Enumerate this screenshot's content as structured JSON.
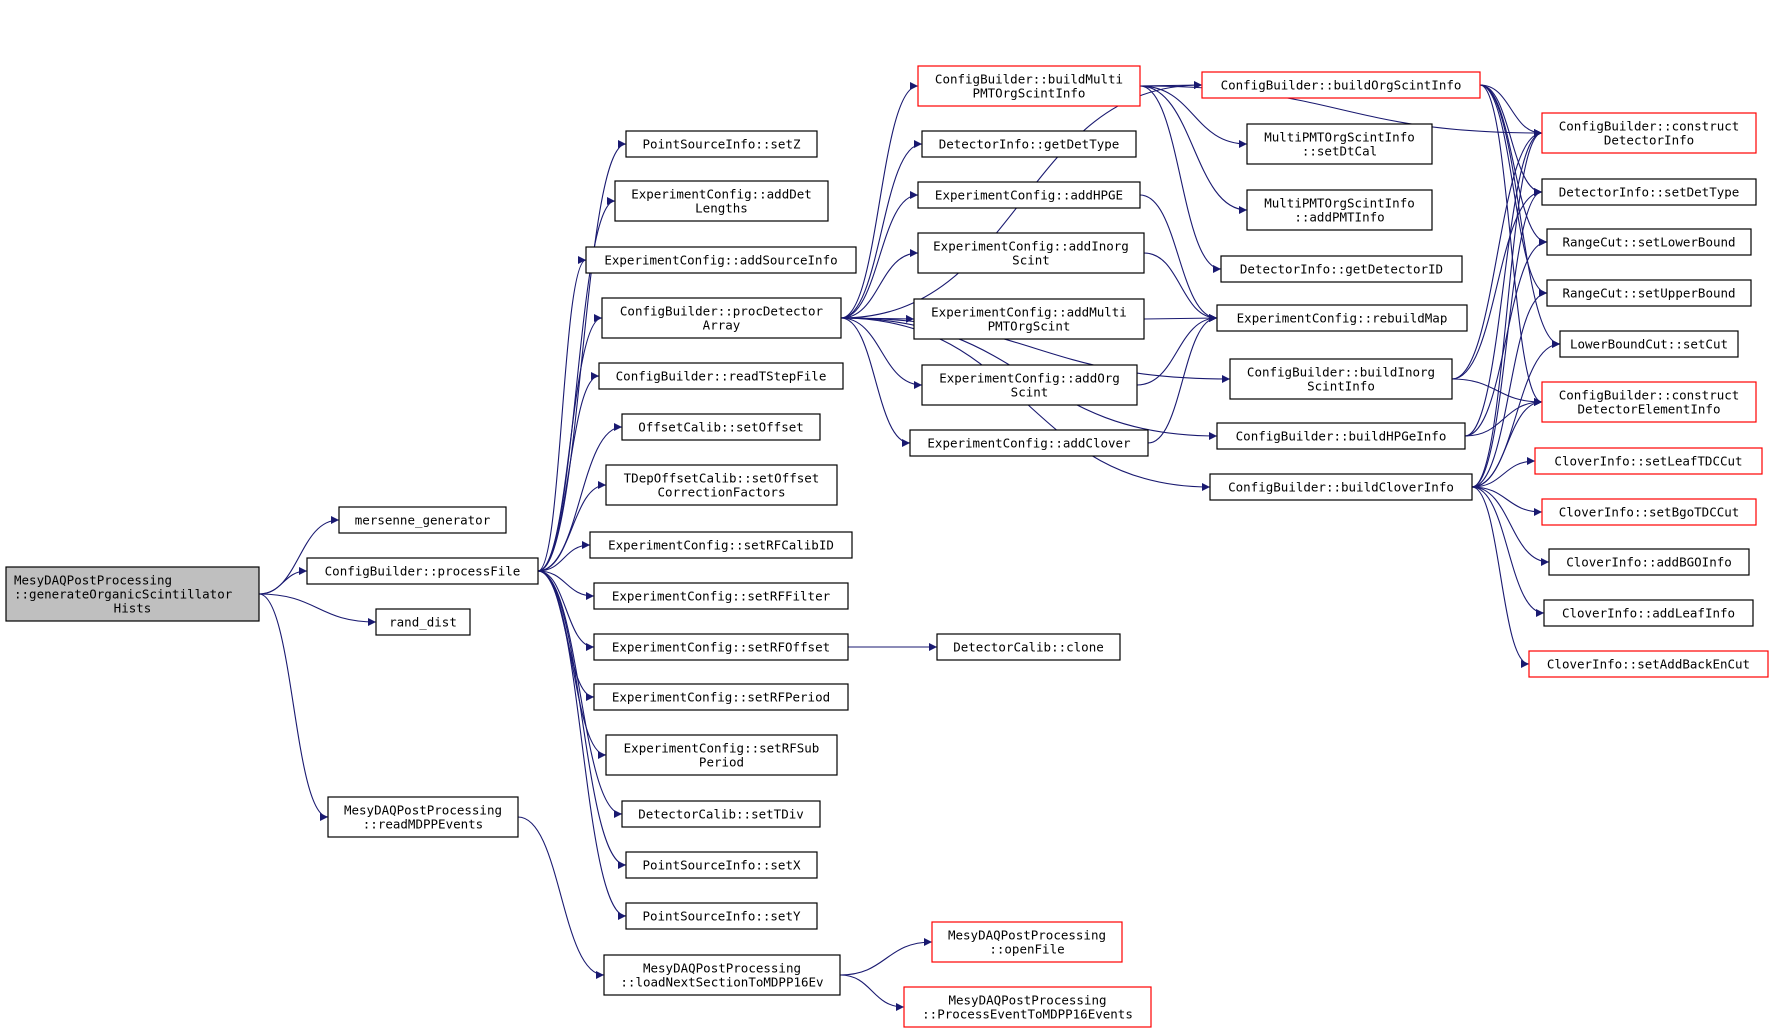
{
  "colors": {
    "edge": "#191970",
    "node_border": "#000000",
    "node_border_truncated": "#ff0000",
    "root_fill": "#bfbfbf",
    "node_fill": "#ffffff"
  },
  "nodes": [
    {
      "id": "root",
      "lines": [
        "MesyDAQPostProcessing",
        "::generateOrganicScintillator",
        "Hists"
      ],
      "style": "root"
    },
    {
      "id": "mersenne",
      "lines": [
        "mersenne_generator"
      ],
      "style": "normal"
    },
    {
      "id": "processFile",
      "lines": [
        "ConfigBuilder::processFile"
      ],
      "style": "normal"
    },
    {
      "id": "randdist",
      "lines": [
        "rand_dist"
      ],
      "style": "normal"
    },
    {
      "id": "readMDPP",
      "lines": [
        "MesyDAQPostProcessing",
        "::readMDPPEvents"
      ],
      "style": "normal"
    },
    {
      "id": "loadNext",
      "lines": [
        "MesyDAQPostProcessing",
        "::loadNextSectionToMDPP16Ev"
      ],
      "style": "normal"
    },
    {
      "id": "openFile",
      "lines": [
        "MesyDAQPostProcessing",
        "::openFile"
      ],
      "style": "truncated"
    },
    {
      "id": "processEvent",
      "lines": [
        "MesyDAQPostProcessing",
        "::ProcessEventToMDPP16Events"
      ],
      "style": "truncated"
    },
    {
      "id": "setZ",
      "lines": [
        "PointSourceInfo::setZ"
      ],
      "style": "normal"
    },
    {
      "id": "addDetLengths",
      "lines": [
        "ExperimentConfig::addDet",
        "Lengths"
      ],
      "style": "normal"
    },
    {
      "id": "addSourceInfo",
      "lines": [
        "ExperimentConfig::addSourceInfo"
      ],
      "style": "normal"
    },
    {
      "id": "procDetArray",
      "lines": [
        "ConfigBuilder::procDetector",
        "Array"
      ],
      "style": "normal"
    },
    {
      "id": "readTStep",
      "lines": [
        "ConfigBuilder::readTStepFile"
      ],
      "style": "normal"
    },
    {
      "id": "setOffset",
      "lines": [
        "OffsetCalib::setOffset"
      ],
      "style": "normal"
    },
    {
      "id": "tdepOffset",
      "lines": [
        "TDepOffsetCalib::setOffset",
        "CorrectionFactors"
      ],
      "style": "normal"
    },
    {
      "id": "setRFCalibID",
      "lines": [
        "ExperimentConfig::setRFCalibID"
      ],
      "style": "normal"
    },
    {
      "id": "setRFFilter",
      "lines": [
        "ExperimentConfig::setRFFilter"
      ],
      "style": "normal"
    },
    {
      "id": "setRFOffset",
      "lines": [
        "ExperimentConfig::setRFOffset"
      ],
      "style": "normal"
    },
    {
      "id": "setRFPeriod",
      "lines": [
        "ExperimentConfig::setRFPeriod"
      ],
      "style": "normal"
    },
    {
      "id": "setRFSub",
      "lines": [
        "ExperimentConfig::setRFSub",
        "Period"
      ],
      "style": "normal"
    },
    {
      "id": "setTDiv",
      "lines": [
        "DetectorCalib::setTDiv"
      ],
      "style": "normal"
    },
    {
      "id": "setX",
      "lines": [
        "PointSourceInfo::setX"
      ],
      "style": "normal"
    },
    {
      "id": "setY",
      "lines": [
        "PointSourceInfo::setY"
      ],
      "style": "normal"
    },
    {
      "id": "clone",
      "lines": [
        "DetectorCalib::clone"
      ],
      "style": "normal"
    },
    {
      "id": "buildMulti",
      "lines": [
        "ConfigBuilder::buildMulti",
        "PMTOrgScintInfo"
      ],
      "style": "truncated"
    },
    {
      "id": "getDetType",
      "lines": [
        "DetectorInfo::getDetType"
      ],
      "style": "normal"
    },
    {
      "id": "addHPGE",
      "lines": [
        "ExperimentConfig::addHPGE"
      ],
      "style": "normal"
    },
    {
      "id": "addInorg",
      "lines": [
        "ExperimentConfig::addInorg",
        "Scint"
      ],
      "style": "normal"
    },
    {
      "id": "addMulti",
      "lines": [
        "ExperimentConfig::addMulti",
        "PMTOrgScint"
      ],
      "style": "normal"
    },
    {
      "id": "addOrg",
      "lines": [
        "ExperimentConfig::addOrg",
        "Scint"
      ],
      "style": "normal"
    },
    {
      "id": "addClover",
      "lines": [
        "ExperimentConfig::addClover"
      ],
      "style": "normal"
    },
    {
      "id": "buildOrg",
      "lines": [
        "ConfigBuilder::buildOrgScintInfo"
      ],
      "style": "truncated"
    },
    {
      "id": "setDtCal",
      "lines": [
        "MultiPMTOrgScintInfo",
        "::setDtCal"
      ],
      "style": "normal"
    },
    {
      "id": "addPMTInfo",
      "lines": [
        "MultiPMTOrgScintInfo",
        "::addPMTInfo"
      ],
      "style": "normal"
    },
    {
      "id": "getDetID",
      "lines": [
        "DetectorInfo::getDetectorID"
      ],
      "style": "normal"
    },
    {
      "id": "rebuildMap",
      "lines": [
        "ExperimentConfig::rebuildMap"
      ],
      "style": "normal"
    },
    {
      "id": "buildInorg",
      "lines": [
        "ConfigBuilder::buildInorg",
        "ScintInfo"
      ],
      "style": "normal"
    },
    {
      "id": "buildHPGe",
      "lines": [
        "ConfigBuilder::buildHPGeInfo"
      ],
      "style": "normal"
    },
    {
      "id": "buildClover",
      "lines": [
        "ConfigBuilder::buildCloverInfo"
      ],
      "style": "normal"
    },
    {
      "id": "constructDet",
      "lines": [
        "ConfigBuilder::construct",
        "DetectorInfo"
      ],
      "style": "truncated"
    },
    {
      "id": "setDetType",
      "lines": [
        "DetectorInfo::setDetType"
      ],
      "style": "normal"
    },
    {
      "id": "setLowerBound",
      "lines": [
        "RangeCut::setLowerBound"
      ],
      "style": "normal"
    },
    {
      "id": "setUpperBound",
      "lines": [
        "RangeCut::setUpperBound"
      ],
      "style": "normal"
    },
    {
      "id": "lowerSetCut",
      "lines": [
        "LowerBoundCut::setCut"
      ],
      "style": "normal"
    },
    {
      "id": "constructElem",
      "lines": [
        "ConfigBuilder::construct",
        "DetectorElementInfo"
      ],
      "style": "truncated"
    },
    {
      "id": "setLeafTDC",
      "lines": [
        "CloverInfo::setLeafTDCCut"
      ],
      "style": "truncated"
    },
    {
      "id": "setBgoTDC",
      "lines": [
        "CloverInfo::setBgoTDCCut"
      ],
      "style": "truncated"
    },
    {
      "id": "addBGO",
      "lines": [
        "CloverInfo::addBGOInfo"
      ],
      "style": "normal"
    },
    {
      "id": "addLeaf",
      "lines": [
        "CloverInfo::addLeafInfo"
      ],
      "style": "normal"
    },
    {
      "id": "setAddBack",
      "lines": [
        "CloverInfo::setAddBackEnCut"
      ],
      "style": "truncated"
    }
  ],
  "edges": [
    [
      "root",
      "mersenne"
    ],
    [
      "root",
      "processFile"
    ],
    [
      "root",
      "randdist"
    ],
    [
      "root",
      "readMDPP"
    ],
    [
      "readMDPP",
      "loadNext"
    ],
    [
      "loadNext",
      "openFile"
    ],
    [
      "loadNext",
      "processEvent"
    ],
    [
      "processFile",
      "setZ"
    ],
    [
      "processFile",
      "addDetLengths"
    ],
    [
      "processFile",
      "addSourceInfo"
    ],
    [
      "processFile",
      "procDetArray"
    ],
    [
      "processFile",
      "readTStep"
    ],
    [
      "processFile",
      "setOffset"
    ],
    [
      "processFile",
      "tdepOffset"
    ],
    [
      "processFile",
      "setRFCalibID"
    ],
    [
      "processFile",
      "setRFFilter"
    ],
    [
      "processFile",
      "setRFOffset"
    ],
    [
      "processFile",
      "setRFPeriod"
    ],
    [
      "processFile",
      "setRFSub"
    ],
    [
      "processFile",
      "setTDiv"
    ],
    [
      "processFile",
      "setX"
    ],
    [
      "processFile",
      "setY"
    ],
    [
      "setRFOffset",
      "clone"
    ],
    [
      "procDetArray",
      "buildMulti"
    ],
    [
      "procDetArray",
      "getDetType"
    ],
    [
      "procDetArray",
      "addHPGE"
    ],
    [
      "procDetArray",
      "addInorg"
    ],
    [
      "procDetArray",
      "addMulti"
    ],
    [
      "procDetArray",
      "addOrg"
    ],
    [
      "procDetArray",
      "addClover"
    ],
    [
      "procDetArray",
      "buildOrg"
    ],
    [
      "procDetArray",
      "buildInorg"
    ],
    [
      "procDetArray",
      "buildHPGe"
    ],
    [
      "procDetArray",
      "buildClover"
    ],
    [
      "buildMulti",
      "buildOrg"
    ],
    [
      "buildMulti",
      "setDtCal"
    ],
    [
      "buildMulti",
      "addPMTInfo"
    ],
    [
      "buildMulti",
      "getDetID"
    ],
    [
      "buildMulti",
      "constructDet"
    ],
    [
      "addHPGE",
      "rebuildMap"
    ],
    [
      "addInorg",
      "rebuildMap"
    ],
    [
      "addMulti",
      "rebuildMap"
    ],
    [
      "addOrg",
      "rebuildMap"
    ],
    [
      "addClover",
      "rebuildMap"
    ],
    [
      "buildOrg",
      "constructDet"
    ],
    [
      "buildOrg",
      "setDetType"
    ],
    [
      "buildOrg",
      "setLowerBound"
    ],
    [
      "buildOrg",
      "setUpperBound"
    ],
    [
      "buildOrg",
      "lowerSetCut"
    ],
    [
      "buildOrg",
      "constructElem"
    ],
    [
      "buildInorg",
      "constructDet"
    ],
    [
      "buildInorg",
      "setDetType"
    ],
    [
      "buildInorg",
      "constructElem"
    ],
    [
      "buildHPGe",
      "constructDet"
    ],
    [
      "buildHPGe",
      "setLowerBound"
    ],
    [
      "buildHPGe",
      "constructElem"
    ],
    [
      "buildClover",
      "constructDet"
    ],
    [
      "buildClover",
      "setDetType"
    ],
    [
      "buildClover",
      "setUpperBound"
    ],
    [
      "buildClover",
      "lowerSetCut"
    ],
    [
      "buildClover",
      "constructElem"
    ],
    [
      "buildClover",
      "setLeafTDC"
    ],
    [
      "buildClover",
      "setBgoTDC"
    ],
    [
      "buildClover",
      "addBGO"
    ],
    [
      "buildClover",
      "addLeaf"
    ],
    [
      "buildClover",
      "setAddBack"
    ]
  ]
}
